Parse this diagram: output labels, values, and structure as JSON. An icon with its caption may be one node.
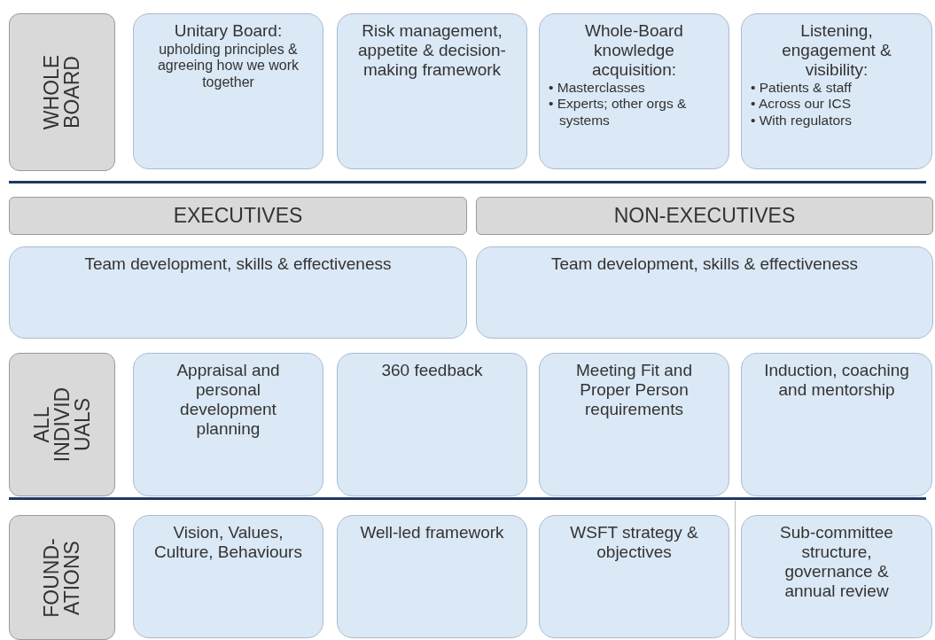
{
  "diagram": {
    "nodes": [
      {
        "text": [
          "WHOLE BOARD"
        ]
      },
      {
        "text": [
          "Unitary Board:",
          "upholding principles & agreeing how we work together"
        ]
      },
      {
        "text": [
          "Risk management, appetite & decision-making framework"
        ]
      },
      {
        "text": [
          "Whole-Board knowledge acquisition:",
          "• Masterclasses",
          "• Experts; other orgs & systems"
        ]
      },
      {
        "text": [
          "Listening, engagement & visibility:",
          "• Patients & staff",
          "• Across our ICS",
          "• With regulators"
        ]
      },
      {
        "text": [
          "EXECUTIVES"
        ]
      },
      {
        "text": [
          "NON-EXECUTIVES"
        ]
      },
      {
        "text": [
          "Team development, skills & effectiveness"
        ]
      },
      {
        "text": [
          "Team development, skills & effectiveness"
        ]
      },
      {
        "text": [
          "ALL INDIVID UALS"
        ]
      },
      {
        "text": [
          "Appraisal and personal development planning"
        ]
      },
      {
        "text": [
          "360 feedback"
        ]
      },
      {
        "text": [
          "Meeting Fit and Proper Person requirements"
        ]
      },
      {
        "text": [
          "Induction, coaching and mentorship"
        ]
      },
      {
        "text": [
          "FOUND- ATIONS"
        ]
      },
      {
        "text": [
          "Vision, Values, Culture, Behaviours"
        ]
      },
      {
        "text": [
          "Well-led framework"
        ]
      },
      {
        "text": [
          "WSFT strategy & objectives"
        ]
      },
      {
        "text": [
          "Sub-committee structure, governance & annual review"
        ]
      }
    ]
  }
}
